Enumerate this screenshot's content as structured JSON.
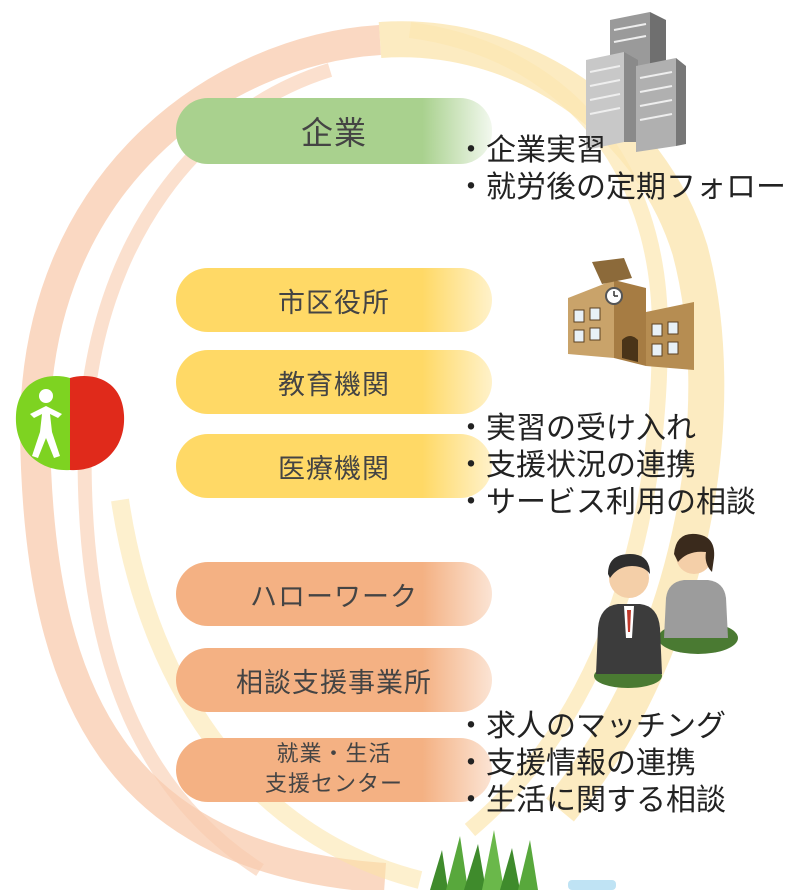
{
  "groups": [
    {
      "pills": [
        "企業"
      ],
      "bullets": [
        "・企業実習",
        "・就労後の定期フォロー"
      ]
    },
    {
      "pills": [
        "市区役所",
        "教育機関",
        "医療機関"
      ],
      "bullets": [
        "・実習の受け入れ",
        "・支援状況の連携",
        "・サービス利用の相談"
      ]
    },
    {
      "pills": [
        "ハローワーク",
        "相談支援事業所"
      ],
      "pill_two_lines": [
        "就業・生活",
        "支援センター"
      ],
      "bullets": [
        "・求人のマッチング",
        "・支援情報の連携",
        "・生活に関する相談"
      ]
    }
  ],
  "colors": {
    "company": "#a9d18e",
    "public": "#ffd966",
    "support": "#f4b183",
    "arc_outer": "#f8cbad",
    "arc_inner": "#fbe5a0"
  },
  "icons": [
    "office-buildings-icon",
    "school-building-icon",
    "business-people-icon",
    "apple-logo-icon",
    "grass-icon"
  ]
}
